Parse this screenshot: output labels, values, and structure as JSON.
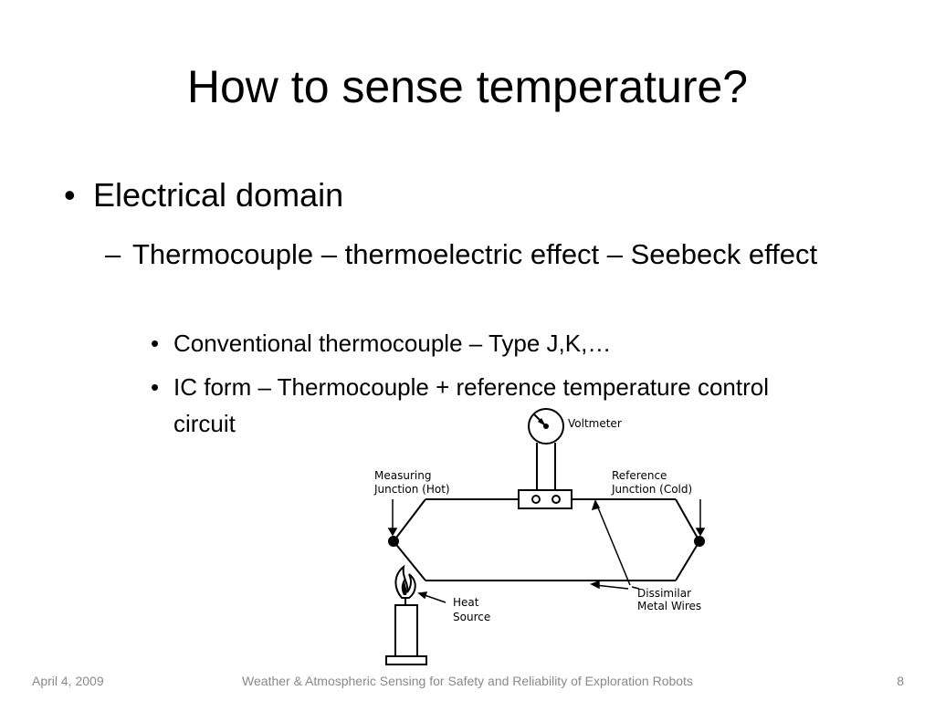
{
  "slide": {
    "title": "How to sense temperature?",
    "bullets": {
      "level1_marker": "•",
      "level1": "Electrical domain",
      "level2_marker": "–",
      "level2": "Thermocouple – thermoelectric effect – Seebeck effect",
      "level3_marker": "•",
      "level3": [
        "Conventional thermocouple – Type J,K,…",
        "IC form – Thermocouple + reference temperature control circuit"
      ]
    },
    "diagram": {
      "voltmeter": "Voltmeter",
      "measuring_junction": [
        "Measuring",
        "Junction  (Hot)"
      ],
      "reference_junction": [
        "Reference",
        "Junction  (Cold)"
      ],
      "heat_source": [
        "Heat",
        "Source"
      ],
      "dissimilar_wires": [
        "Dissimilar",
        "Metal  Wires"
      ]
    },
    "footer": {
      "date": "April 4, 2009",
      "title": "Weather & Atmospheric Sensing for Safety and Reliability of Exploration Robots",
      "page": "8"
    }
  }
}
